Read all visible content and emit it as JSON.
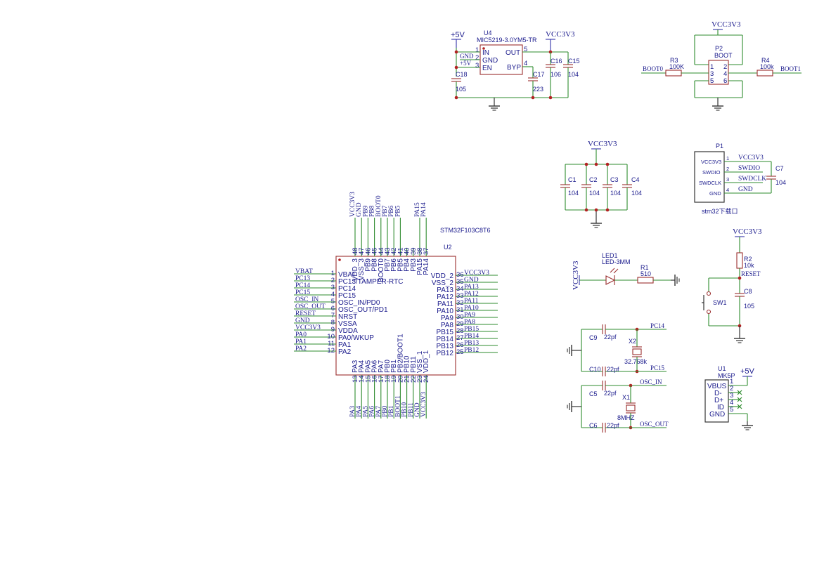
{
  "regulator": {
    "ref": "U4",
    "part": "MIC5219-3.0YM5-TR",
    "pin_in": "IN",
    "pin_gnd": "GND",
    "pin_en": "EN",
    "pin_out": "OUT",
    "pin_byp": "BYP",
    "pn1": "1",
    "pn2": "2",
    "pn3": "3",
    "pn4": "4",
    "pn5": "5",
    "net_gnd": "GND",
    "net_5v": "+5V",
    "pwr_in": "+5V",
    "pwr_out": "VCC3V3",
    "c18": "C18",
    "c18v": "105",
    "c17": "C17",
    "c17v": "223",
    "c16": "C16",
    "c16v": "106",
    "c15": "C15",
    "c15v": "104"
  },
  "boot": {
    "pwr": "VCC3V3",
    "p2": "P2",
    "p2name": "BOOT",
    "r3": "R3",
    "r3v": "100K",
    "r4": "R4",
    "r4v": "100k",
    "net_boot0": "BOOT0",
    "net_boot1": "BOOT1",
    "pins": [
      "1",
      "3",
      "5",
      "2",
      "4",
      "6"
    ]
  },
  "decoupling": {
    "pwr": "VCC3V3",
    "caps": [
      {
        "ref": "C1",
        "val": "104"
      },
      {
        "ref": "C2",
        "val": "104"
      },
      {
        "ref": "C3",
        "val": "104"
      },
      {
        "ref": "C4",
        "val": "104"
      }
    ]
  },
  "swd": {
    "ref": "P1",
    "caption": "stm32下载口",
    "pins": [
      {
        "label": "VCC3V3",
        "num": "1",
        "net": "VCC3V3"
      },
      {
        "label": "SWDIO",
        "num": "2",
        "net": "SWDIO"
      },
      {
        "label": "SWDCLK",
        "num": "3",
        "net": "SWDCLK"
      },
      {
        "label": "GND",
        "num": "4",
        "net": "GND"
      }
    ],
    "c7": "C7",
    "c7v": "104"
  },
  "mcu": {
    "part": "STM32F103C8T6",
    "ref": "U2",
    "left_pins": [
      {
        "num": "1",
        "name": "VBAT",
        "net": "VBAT"
      },
      {
        "num": "2",
        "name": "PC13/TAMPER-RTC",
        "net": "PC13"
      },
      {
        "num": "3",
        "name": "PC14",
        "net": "PC14"
      },
      {
        "num": "4",
        "name": "PC15",
        "net": "PC15"
      },
      {
        "num": "5",
        "name": "OSC_IN/PD0",
        "net": "OSC_IN"
      },
      {
        "num": "6",
        "name": "OSC_OUT/PD1",
        "net": "OSC_OUT"
      },
      {
        "num": "7",
        "name": "NRST",
        "net": "RESET"
      },
      {
        "num": "8",
        "name": "VSSA",
        "net": "GND"
      },
      {
        "num": "9",
        "name": "VDDA",
        "net": "VCC3V3"
      },
      {
        "num": "10",
        "name": "PA0/WKUP",
        "net": "PA0"
      },
      {
        "num": "11",
        "name": "PA1",
        "net": "PA1"
      },
      {
        "num": "12",
        "name": "PA2",
        "net": "PA2"
      }
    ],
    "right_pins": [
      {
        "num": "36",
        "name": "VDD_2",
        "net": "VCC3V3"
      },
      {
        "num": "35",
        "name": "VSS_2",
        "net": "GND"
      },
      {
        "num": "34",
        "name": "PA13",
        "net": "PA13"
      },
      {
        "num": "33",
        "name": "PA12",
        "net": "PA12"
      },
      {
        "num": "32",
        "name": "PA11",
        "net": "PA11"
      },
      {
        "num": "31",
        "name": "PA10",
        "net": "PA10"
      },
      {
        "num": "30",
        "name": "PA9",
        "net": "PA9"
      },
      {
        "num": "29",
        "name": "PA8",
        "net": "PA8"
      },
      {
        "num": "28",
        "name": "PB15",
        "net": "PB15"
      },
      {
        "num": "27",
        "name": "PB14",
        "net": "PB14"
      },
      {
        "num": "26",
        "name": "PB13",
        "net": "PB13"
      },
      {
        "num": "25",
        "name": "PB12",
        "net": "PB12"
      }
    ],
    "top_pins": [
      {
        "num": "48",
        "name": "VDD_3",
        "net": "VCC3V3"
      },
      {
        "num": "47",
        "name": "VSS_3",
        "net": "GND"
      },
      {
        "num": "46",
        "name": "PB9",
        "net": "PB9"
      },
      {
        "num": "45",
        "name": "PB8",
        "net": "PB8"
      },
      {
        "num": "44",
        "name": "BOOT0",
        "net": "BOOT0"
      },
      {
        "num": "43",
        "name": "PB7",
        "net": "PB7"
      },
      {
        "num": "42",
        "name": "PB6",
        "net": "PB6"
      },
      {
        "num": "41",
        "name": "PB5",
        "net": "PB5"
      },
      {
        "num": "40",
        "name": "PB4",
        "net": ""
      },
      {
        "num": "39",
        "name": "PB3",
        "net": ""
      },
      {
        "num": "38",
        "name": "PA15",
        "net": "PA15"
      },
      {
        "num": "37",
        "name": "PA14",
        "net": "PA14"
      }
    ],
    "bottom_pins": [
      {
        "num": "13",
        "name": "PA3",
        "net": "PA3"
      },
      {
        "num": "14",
        "name": "PA4",
        "net": "PA4"
      },
      {
        "num": "15",
        "name": "PA5",
        "net": "PA5"
      },
      {
        "num": "16",
        "name": "PA6",
        "net": "PA6"
      },
      {
        "num": "17",
        "name": "PA7",
        "net": "PA7"
      },
      {
        "num": "18",
        "name": "PB0",
        "net": "PB0"
      },
      {
        "num": "19",
        "name": "PB1",
        "net": "PB1"
      },
      {
        "num": "20",
        "name": "PB2/BOOT1",
        "net": "BOOT1"
      },
      {
        "num": "21",
        "name": "PB10",
        "net": "PB10"
      },
      {
        "num": "22",
        "name": "PB11",
        "net": "PB11"
      },
      {
        "num": "23",
        "name": "VSS_1",
        "net": "GND"
      },
      {
        "num": "24",
        "name": "VDD_1",
        "net": "VCC3V3"
      }
    ]
  },
  "led": {
    "pwr": "VCC3V3",
    "ref": "LED1",
    "part": "LED-3MM",
    "r1": "R1",
    "r1v": "510"
  },
  "reset": {
    "pwr": "VCC3V3",
    "r2": "R2",
    "r2v": "10k",
    "net": "RESET",
    "c8": "C8",
    "c8v": "105",
    "sw": "SW1"
  },
  "crystal32k": {
    "c9": "C9",
    "c9v": "22pf",
    "c10": "C10",
    "c10v": "22pf",
    "x2": "X2",
    "x2v": "32.768k",
    "net1": "PC14",
    "net2": "PC15"
  },
  "crystal8m": {
    "c5": "C5",
    "c5v": "22pf",
    "c6": "C6",
    "c6v": "22pf",
    "x1": "X1",
    "x1v": "8MHZ",
    "net1": "OSC_IN",
    "net2": "OSC_OUT"
  },
  "usb": {
    "ref": "U1",
    "part": "MK5P",
    "pwr": "+5V",
    "pins": [
      {
        "name": "VBUS",
        "num": "1"
      },
      {
        "name": "D-",
        "num": "2"
      },
      {
        "name": "D+",
        "num": "3"
      },
      {
        "name": "ID",
        "num": "4"
      },
      {
        "name": "GND",
        "num": "5"
      }
    ]
  }
}
